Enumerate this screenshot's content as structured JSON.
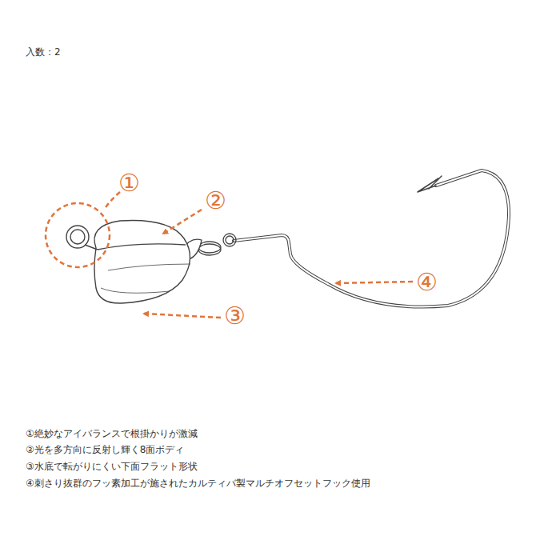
{
  "diagram": {
    "labels": [
      "入数：2",
      "①",
      "②",
      "③",
      "④",
      "①絶妙なアイバランスで根掛かりが激減",
      "②光を多方向に反射し輝く8面ボディ",
      "③水底で転がりにくい下面フラット形状",
      "④刺さり抜群のフッ素加工が施されたカルティバ製マルチオフセットフック使用"
    ]
  }
}
